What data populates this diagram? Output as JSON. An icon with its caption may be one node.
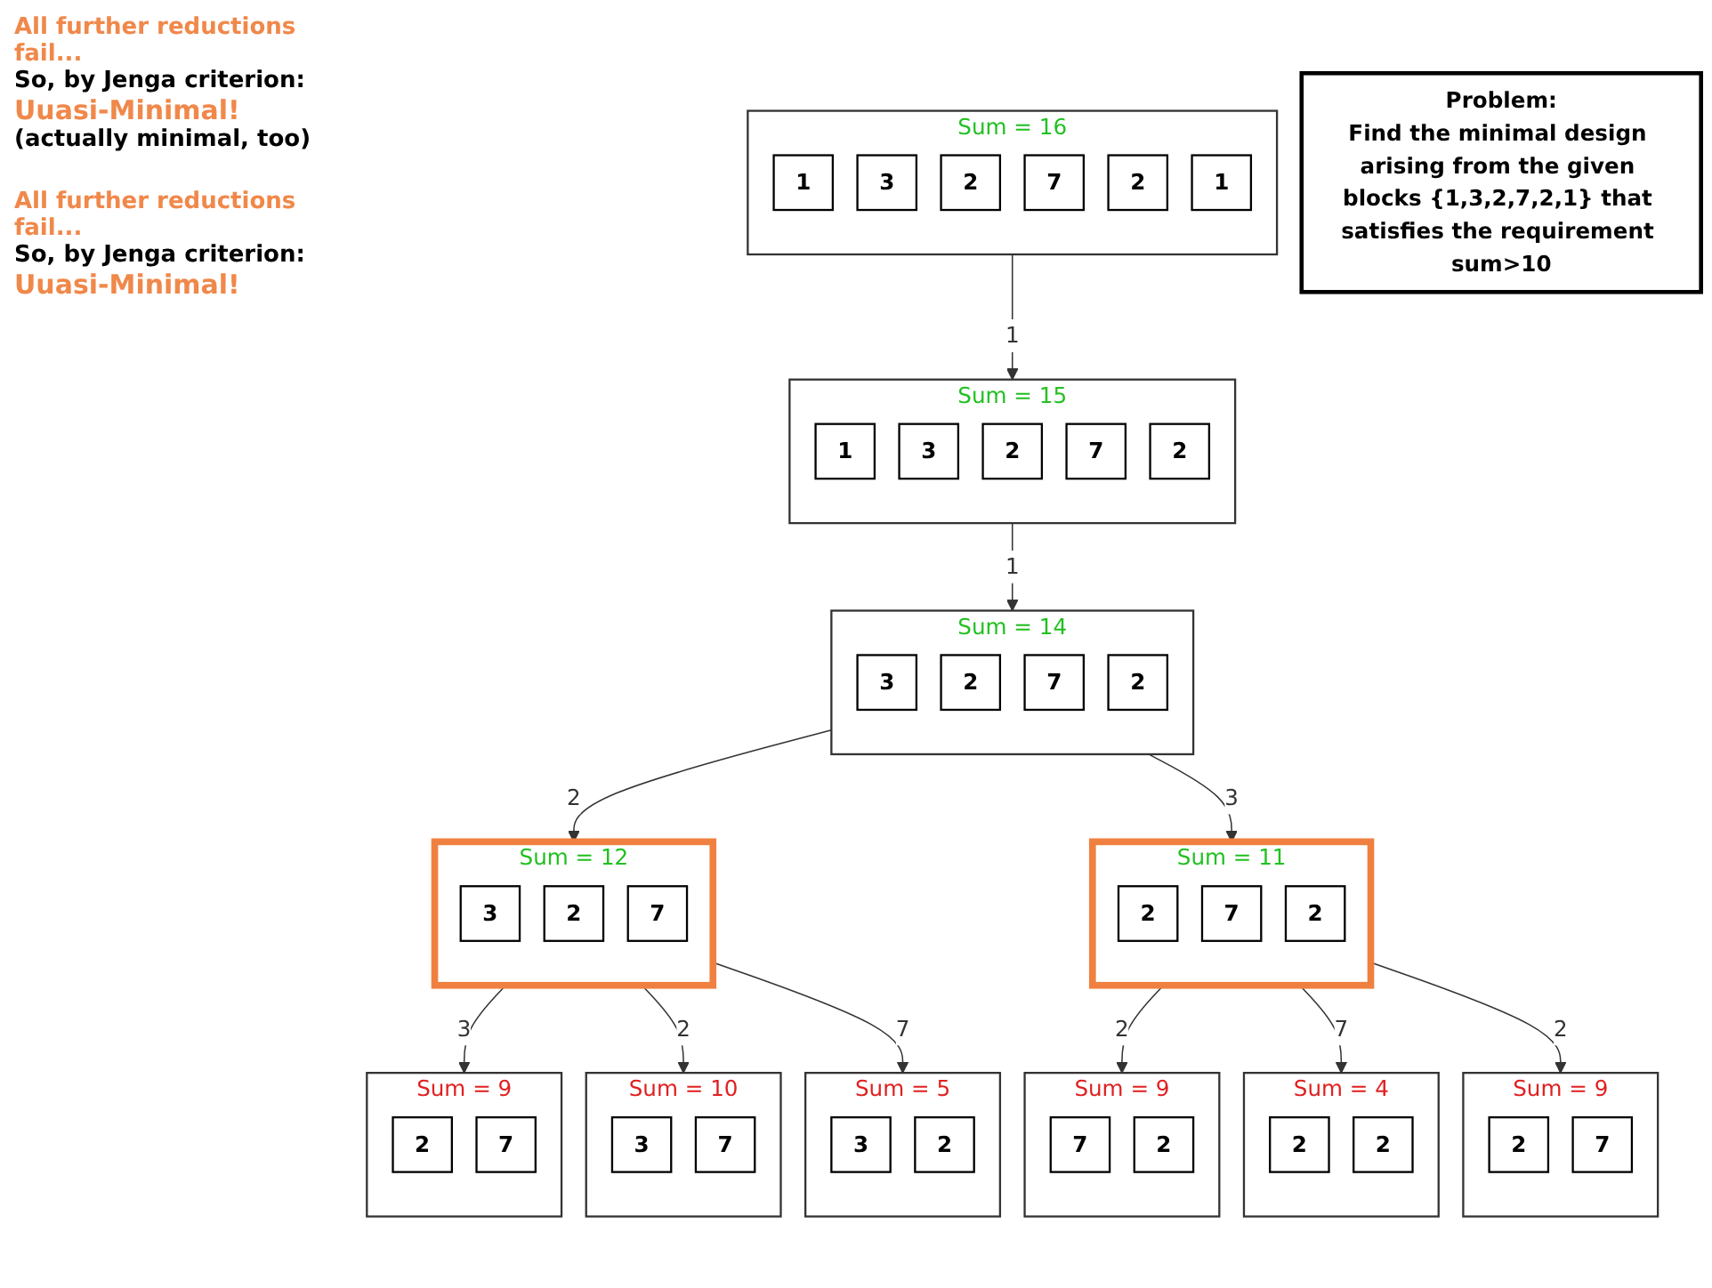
{
  "diagram": {
    "nodes": [
      {
        "text": [
          "Problem:",
          "Find the minimal design arising from the given blocks {1,3,2,7,2,1} that satisfies the requirement sum>10"
        ]
      },
      {
        "text": [],
        "shape": "box",
        "beside": [
          "Sum = 16"
        ]
      },
      {
        "text": [
          "1"
        ],
        "in": 1
      },
      {
        "text": [
          "3"
        ],
        "in": 1
      },
      {
        "text": [
          "2"
        ],
        "in": 1
      },
      {
        "text": [
          "7"
        ],
        "in": 1
      },
      {
        "text": [
          "2"
        ],
        "in": 1
      },
      {
        "text": [
          "1"
        ],
        "in": 1
      },
      {
        "text": [],
        "shape": "box",
        "beside": [
          "Sum = 15"
        ]
      },
      {
        "text": [
          "1"
        ],
        "in": 8
      },
      {
        "text": [
          "3"
        ],
        "in": 8
      },
      {
        "text": [
          "2"
        ],
        "in": 8
      },
      {
        "text": [
          "7"
        ],
        "in": 8
      },
      {
        "text": [
          "2"
        ],
        "in": 8
      },
      {
        "text": [],
        "shape": "box",
        "beside": [
          "Sum = 14"
        ]
      },
      {
        "text": [
          "3"
        ],
        "in": 14
      },
      {
        "text": [
          "2"
        ],
        "in": 14
      },
      {
        "text": [
          "7"
        ],
        "in": 14
      },
      {
        "text": [
          "2"
        ],
        "in": 14
      },
      {
        "text": [],
        "shape": "box",
        "beside": [
          "Sum = 12"
        ]
      },
      {
        "text": [
          "3"
        ],
        "in": 19
      },
      {
        "text": [
          "2"
        ],
        "in": 19
      },
      {
        "text": [
          "7"
        ],
        "in": 19
      },
      {
        "text": [],
        "shape": "box",
        "beside": [
          "Sum = 11"
        ]
      },
      {
        "text": [
          "2"
        ],
        "in": 23
      },
      {
        "text": [
          "7"
        ],
        "in": 23
      },
      {
        "text": [
          "2"
        ],
        "in": 23
      },
      {
        "text": [],
        "shape": "box",
        "beside": [
          "Sum = 9"
        ]
      },
      {
        "text": [
          "2"
        ],
        "in": 27
      },
      {
        "text": [
          "7"
        ],
        "in": 27
      },
      {
        "text": [],
        "shape": "box",
        "beside": [
          "Sum = 10"
        ]
      },
      {
        "text": [
          "3"
        ],
        "in": 30
      },
      {
        "text": [
          "7"
        ],
        "in": 30
      },
      {
        "text": [],
        "shape": "box",
        "beside": [
          "Sum = 5"
        ]
      },
      {
        "text": [
          "3"
        ],
        "in": 33
      },
      {
        "text": [
          "2"
        ],
        "in": 33
      },
      {
        "text": [],
        "shape": "box",
        "beside": [
          "Sum = 9"
        ]
      },
      {
        "text": [
          "7"
        ],
        "in": 36
      },
      {
        "text": [
          "2"
        ],
        "in": 36
      },
      {
        "text": [],
        "shape": "box",
        "beside": [
          "Sum = 4"
        ]
      },
      {
        "text": [
          "2"
        ],
        "in": 39
      },
      {
        "text": [
          "2"
        ],
        "in": 39
      },
      {
        "text": [],
        "shape": "box",
        "beside": [
          "Sum = 9"
        ]
      },
      {
        "text": [
          "2"
        ],
        "in": 42
      },
      {
        "text": [
          "7"
        ],
        "in": 42
      }
    ],
    "edges": [
      {
        "from": 1,
        "to": 8,
        "arrow": "to",
        "label": "1"
      },
      {
        "from": 8,
        "to": 14,
        "arrow": "to",
        "label": "1"
      },
      {
        "from": 14,
        "to": 19,
        "arrow": "to",
        "label": "2"
      },
      {
        "from": 14,
        "to": 23,
        "arrow": "to",
        "label": "3"
      },
      {
        "from": 19,
        "to": 27,
        "arrow": "to",
        "label": "3"
      },
      {
        "from": 19,
        "to": 30,
        "arrow": "to",
        "label": "2"
      },
      {
        "from": 19,
        "to": 33,
        "arrow": "to",
        "label": "7"
      },
      {
        "from": 23,
        "to": 36,
        "arrow": "to",
        "label": "2"
      },
      {
        "from": 23,
        "to": 39,
        "arrow": "to",
        "label": "7"
      },
      {
        "from": 23,
        "to": 42,
        "arrow": "to",
        "label": "2"
      }
    ],
    "labels": [
      "All further reductions fail...",
      "So, by Jenga criterion:",
      "Uuasi-Minimal!",
      "(actually minimal, too)",
      "All further reductions fail...",
      "So, by Jenga criterion:",
      "Uuasi-Minimal!"
    ]
  }
}
